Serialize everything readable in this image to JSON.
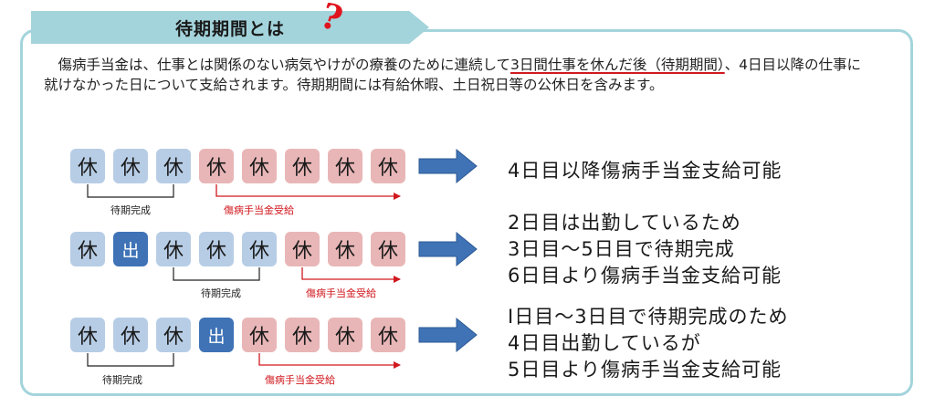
{
  "title": "待期期間とは",
  "title_mark": "?",
  "intro": {
    "lead": "　傷病手当金は、仕事とは関係のない病気やけがの療養のために連続して",
    "highlight": "3日間仕事を休んだ後（待期期間）",
    "rest": "、4日目以降の仕事に就けなかった日について支給されます。待期期間には有給休暇、土日祝日等の公休日を含みます。"
  },
  "examples": [
    {
      "days": [
        {
          "label": "休",
          "type": "rest"
        },
        {
          "label": "休",
          "type": "rest"
        },
        {
          "label": "休",
          "type": "rest"
        },
        {
          "label": "休",
          "type": "pay"
        },
        {
          "label": "休",
          "type": "pay"
        },
        {
          "label": "休",
          "type": "pay"
        },
        {
          "label": "休",
          "type": "pay"
        },
        {
          "label": "休",
          "type": "pay"
        }
      ],
      "waiting_label": "待期完成",
      "benefit_label": "傷病手当金受給",
      "result_lines": [
        "4日目以降傷病手当金支給可能"
      ]
    },
    {
      "days": [
        {
          "label": "休",
          "type": "rest"
        },
        {
          "label": "出",
          "type": "work"
        },
        {
          "label": "休",
          "type": "rest"
        },
        {
          "label": "休",
          "type": "rest"
        },
        {
          "label": "休",
          "type": "rest"
        },
        {
          "label": "休",
          "type": "pay"
        },
        {
          "label": "休",
          "type": "pay"
        },
        {
          "label": "休",
          "type": "pay"
        }
      ],
      "waiting_label": "待期完成",
      "benefit_label": "傷病手当金受給",
      "result_lines": [
        "2日目は出勤しているため",
        "3日目〜5日目で待期完成",
        "6日目より傷病手当金支給可能"
      ]
    },
    {
      "days": [
        {
          "label": "休",
          "type": "rest"
        },
        {
          "label": "休",
          "type": "rest"
        },
        {
          "label": "休",
          "type": "rest"
        },
        {
          "label": "出",
          "type": "work"
        },
        {
          "label": "休",
          "type": "pay"
        },
        {
          "label": "休",
          "type": "pay"
        },
        {
          "label": "休",
          "type": "pay"
        },
        {
          "label": "休",
          "type": "pay"
        }
      ],
      "waiting_label": "待期完成",
      "benefit_label": "傷病手当金受給",
      "result_lines": [
        "I日目〜3日目で待期完成のため",
        "4日目出勤しているが",
        "5日目より傷病手当金支給可能"
      ]
    }
  ],
  "colors": {
    "frame": "#a3d4dc",
    "rest_day": "#b7cde6",
    "benefit_day": "#e9b6b7",
    "work_day": "#3f73b6",
    "big_arrow": "#3f73b6",
    "accent_red": "#d0191f"
  }
}
